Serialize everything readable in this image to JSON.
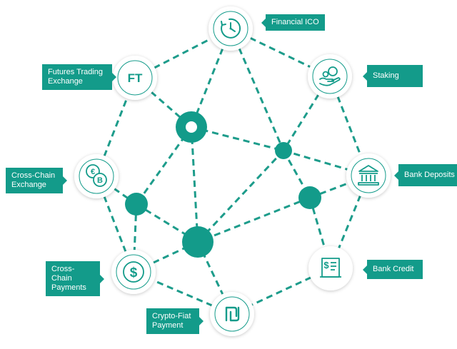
{
  "colors": {
    "accent": "#139b8a",
    "accent_dark": "#0f8a7a",
    "line": "#1d9c8b",
    "node_fill": "#ffffff",
    "label_text": "#ffffff"
  },
  "nodes": [
    {
      "id": "financial-ico",
      "label": "Financial ICO",
      "icon": "clock-icon"
    },
    {
      "id": "staking",
      "label": "Staking",
      "icon": "hand-coin-icon"
    },
    {
      "id": "bank-deposits",
      "label": "Bank Deposits",
      "icon": "bank-icon"
    },
    {
      "id": "bank-credit",
      "label": "Bank Credit",
      "icon": "receipt-dollar-icon"
    },
    {
      "id": "crypto-fiat-payment",
      "label": "Crypto-Fiat Payment",
      "icon": "shekel-icon"
    },
    {
      "id": "cross-chain-payments",
      "label": "Cross-Chain Payments",
      "icon": "dollar-icon"
    },
    {
      "id": "cross-chain-exchange",
      "label": "Cross-Chain Exchange",
      "icon": "euro-bitcoin-icon"
    },
    {
      "id": "futures-trading-exchange",
      "label": "Futures Trading Exchange",
      "icon": "ft-icon"
    }
  ],
  "icon_text": {
    "ft": "FT",
    "dollar": "$",
    "euro": "€",
    "bitcoin": "B"
  }
}
